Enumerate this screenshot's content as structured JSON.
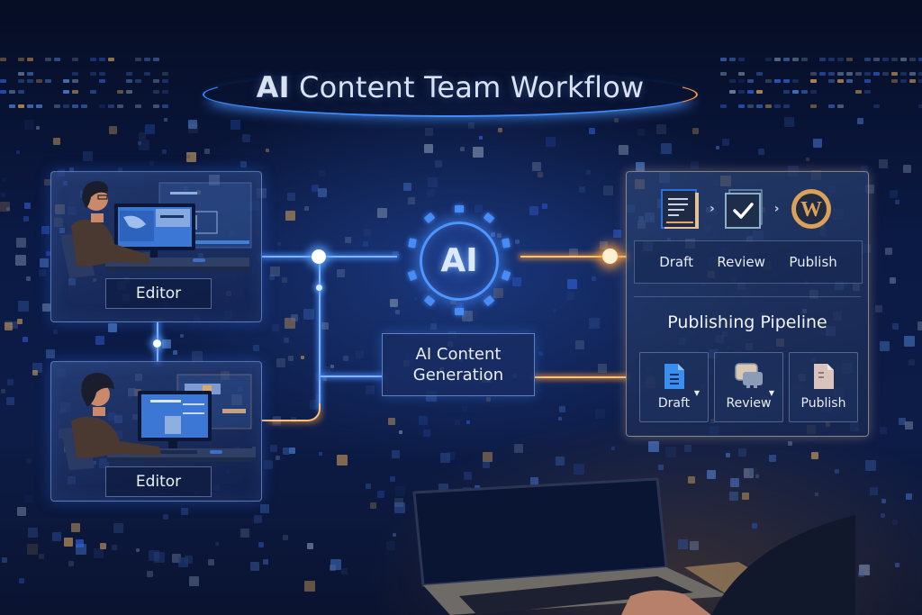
{
  "header": {
    "title_bold": "AI",
    "title_rest": " Content Team Workflow"
  },
  "editors": [
    {
      "label": "Editor",
      "role": "editor-1"
    },
    {
      "label": "Editor",
      "role": "editor-2"
    }
  ],
  "hub": {
    "icon_text": "AI",
    "box_line1": "AI Content",
    "box_line2": "Generation"
  },
  "workflow": {
    "icons": [
      "document-icon",
      "checkbox-icon",
      "wordpress-icon"
    ],
    "steps": [
      "Draft",
      "Review",
      "Publish"
    ]
  },
  "pipeline": {
    "title": "Publishing Pipeline",
    "buttons": [
      {
        "label": "Draft",
        "icon": "blue-document-icon",
        "has_dropdown": true
      },
      {
        "label": "Review",
        "icon": "chat-bubbles-icon",
        "has_dropdown": true
      },
      {
        "label": "Publish",
        "icon": "beige-document-icon",
        "has_dropdown": false
      }
    ]
  },
  "colors": {
    "background": "#0b1a45",
    "accent_blue": "#4f95ff",
    "accent_orange": "#ffb35c",
    "wordpress_gold": "#d9a15a",
    "text": "#e8eef8"
  }
}
